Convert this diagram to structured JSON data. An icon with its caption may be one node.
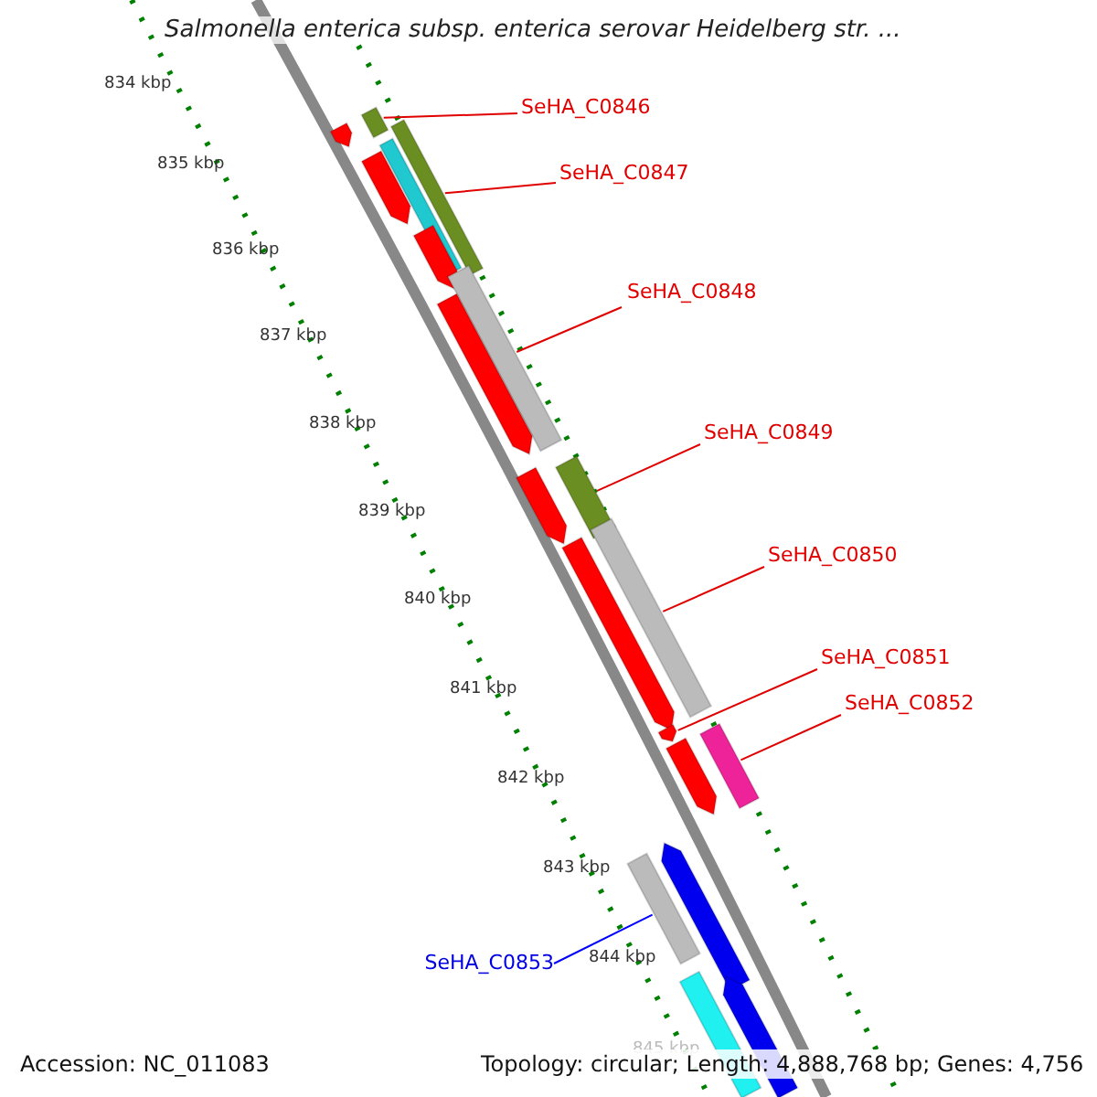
{
  "diagram": {
    "title": "Salmonella enterica subsp. enterica serovar Heidelberg str. ...",
    "nodes": [
      {
        "text": [
          "SeHA_C0846"
        ]
      },
      {
        "text": [
          "SeHA_C0847"
        ]
      },
      {
        "text": [
          "SeHA_C0848"
        ]
      },
      {
        "text": [
          "SeHA_C0849"
        ]
      },
      {
        "text": [
          "SeHA_C0850"
        ]
      },
      {
        "text": [
          "SeHA_C0851"
        ]
      },
      {
        "text": [
          "SeHA_C0852"
        ]
      },
      {
        "text": [
          "SeHA_C0853"
        ]
      },
      {
        "text": [],
        "shape": "arrow"
      },
      {
        "text": [],
        "shape": "bar"
      },
      {
        "text": [],
        "shape": "arrow"
      },
      {
        "text": [],
        "shape": "bar"
      },
      {
        "text": [],
        "shape": "bar"
      },
      {
        "text": [],
        "shape": "arrow"
      },
      {
        "text": [],
        "shape": "bar"
      },
      {
        "text": [],
        "shape": "arrow"
      },
      {
        "text": [],
        "shape": "bar"
      },
      {
        "text": [],
        "shape": "arrow"
      },
      {
        "text": [],
        "shape": "bar"
      },
      {
        "text": [],
        "shape": "arrow"
      },
      {
        "text": [],
        "shape": "arrow"
      },
      {
        "text": [],
        "shape": "arrow"
      },
      {
        "text": [],
        "shape": "bar"
      },
      {
        "text": [],
        "shape": "bar"
      },
      {
        "text": [],
        "shape": "arrow"
      },
      {
        "text": [],
        "shape": "bar"
      },
      {
        "text": [],
        "shape": "arrow"
      }
    ],
    "edges": [
      {
        "from": 0,
        "to": 9,
        "arrow": "none"
      },
      {
        "from": 1,
        "to": 12,
        "arrow": "none"
      },
      {
        "from": 2,
        "to": 14,
        "arrow": "none"
      },
      {
        "from": 3,
        "to": 16,
        "arrow": "none"
      },
      {
        "from": 4,
        "to": 18,
        "arrow": "none"
      },
      {
        "from": 5,
        "to": 20,
        "arrow": "none"
      },
      {
        "from": 6,
        "to": 22,
        "arrow": "none"
      },
      {
        "from": 7,
        "to": 23,
        "arrow": "none",
        "color": "#0000ff"
      }
    ],
    "labels": [
      "834 kbp",
      "835 kbp",
      "836 kbp",
      "837 kbp",
      "838 kbp",
      "839 kbp",
      "840 kbp",
      "841 kbp",
      "842 kbp",
      "843 kbp",
      "844 kbp",
      "845 kbp",
      "Accession: NC_011083",
      "Topology: circular; Length: 4,888,768 bp; Genes: 4,756"
    ]
  }
}
